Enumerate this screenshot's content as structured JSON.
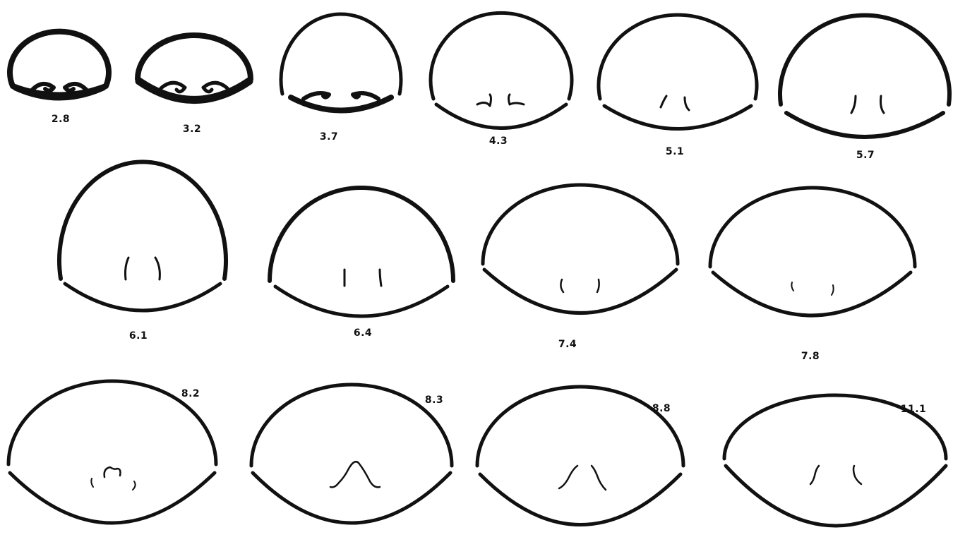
{
  "figure": {
    "sections": [
      {
        "label": "2.8"
      },
      {
        "label": "3.2"
      },
      {
        "label": "3.7"
      },
      {
        "label": "4.3"
      },
      {
        "label": "5.1"
      },
      {
        "label": "5.7"
      },
      {
        "label": "6.1"
      },
      {
        "label": "6.4"
      },
      {
        "label": "7.4"
      },
      {
        "label": "7.8"
      },
      {
        "label": "8.2"
      },
      {
        "label": "8.3"
      },
      {
        "label": "8.8"
      },
      {
        "label": "11.1"
      }
    ]
  },
  "colors": {
    "ink": "#111111",
    "background": "#ffffff"
  }
}
